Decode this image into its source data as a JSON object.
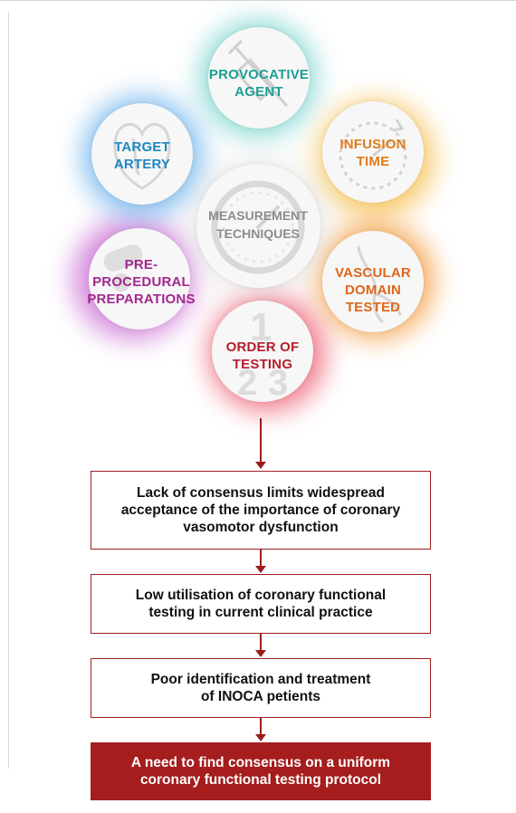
{
  "diagram": {
    "center": {
      "lines": [
        "MEASUREMENT",
        "TECHNIQUES"
      ],
      "color": "#8c8c8c"
    },
    "bubbles": [
      {
        "id": "provocative-agent",
        "lines": [
          "PROVOCATIVE",
          "AGENT"
        ],
        "color": "#1a9f94",
        "glow": "#39c3c0",
        "icon": "syringe-icon"
      },
      {
        "id": "infusion-time",
        "lines": [
          "INFUSION",
          "TIME"
        ],
        "color": "#e07b16",
        "glow": "#f4b43a",
        "icon": "stopwatch-icon"
      },
      {
        "id": "vascular-domain-tested",
        "lines": [
          "VASCULAR",
          "DOMAIN",
          "TESTED"
        ],
        "color": "#e0661b",
        "glow": "#f39a3a",
        "icon": "vessel-icon"
      },
      {
        "id": "order-of-testing",
        "lines": [
          "ORDER OF",
          "TESTING"
        ],
        "color": "#b41e2a",
        "glow": "#e7445a",
        "icon": "numbers-icon"
      },
      {
        "id": "pre-procedural-preparations",
        "lines": [
          "PRE-",
          "PROCEDURAL",
          "PREPARATIONS"
        ],
        "color": "#a3278f",
        "glow": "#c05ad1",
        "icon": "pill-icon"
      },
      {
        "id": "target-artery",
        "lines": [
          "TARGET",
          "ARTERY"
        ],
        "color": "#1f86c4",
        "glow": "#4aa7e8",
        "icon": "heart-icon"
      }
    ]
  },
  "flow": [
    {
      "lines": [
        "Lack of consensus limits widespread",
        "acceptance of the importance of coronary",
        "vasomotor dysfunction"
      ]
    },
    {
      "lines": [
        "Low utilisation of coronary functional",
        "testing in current clinical practice"
      ]
    },
    {
      "lines": [
        "Poor identification and treatment",
        "of INOCA petients"
      ]
    },
    {
      "lines": [
        "A need to find consensus on a uniform",
        "coronary functional testing protocol"
      ],
      "final": true
    }
  ],
  "colors": {
    "accent": "#a51d1d",
    "arrow": "#9b1c1c"
  }
}
